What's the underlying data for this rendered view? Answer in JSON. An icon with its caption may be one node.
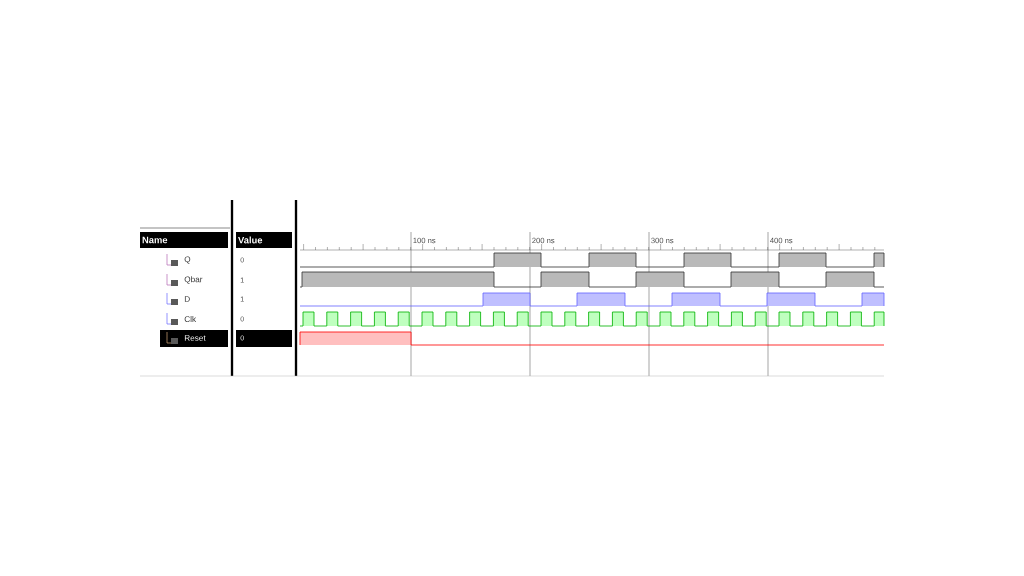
{
  "diagram": {
    "labels": [
      "Name",
      "Value",
      "Q",
      "0",
      "Qbar",
      "1",
      "D",
      "1",
      "Clk",
      "0",
      "Reset",
      "0",
      "100 ns",
      "200 ns",
      "300 ns",
      "400 ns"
    ]
  }
}
